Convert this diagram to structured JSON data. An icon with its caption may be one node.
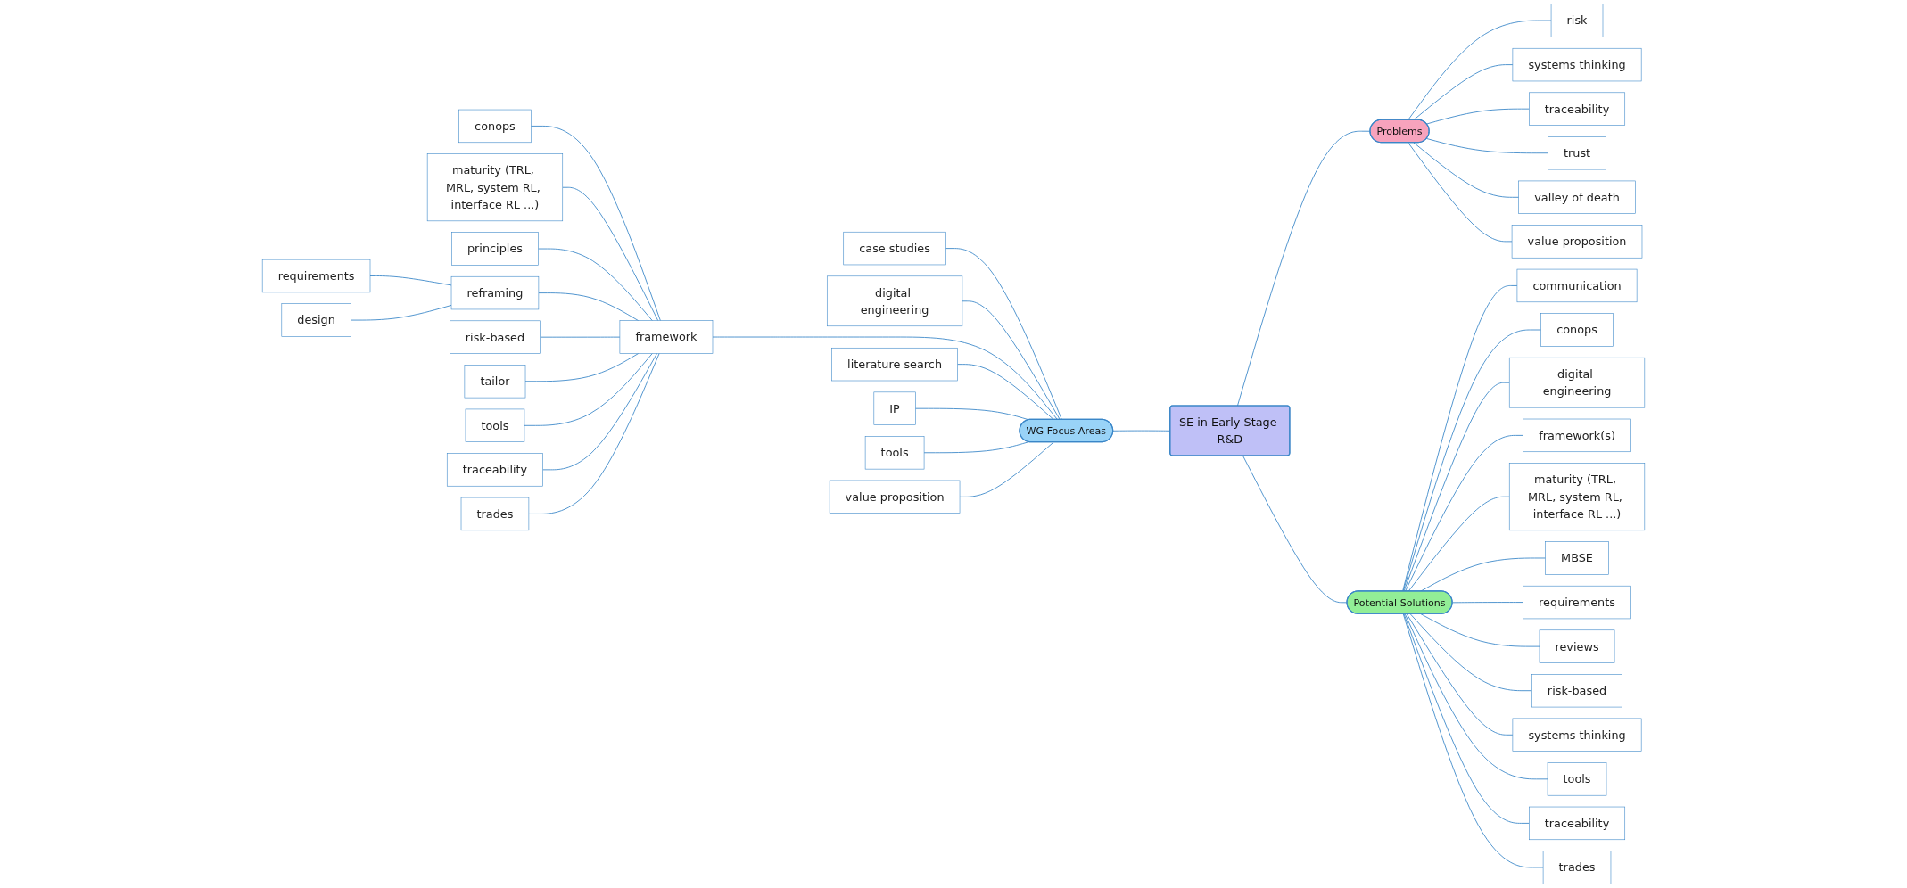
{
  "diagram": {
    "nodes": [
      {
        "text": [
          "SE in Early Stage R&D"
        ]
      },
      {
        "text": [
          "WG Focus Areas"
        ]
      },
      {
        "text": [
          "case studies"
        ]
      },
      {
        "text": [
          "digital engineering"
        ]
      },
      {
        "text": [
          "framework"
        ]
      },
      {
        "text": [
          "conops"
        ]
      },
      {
        "text": [
          "maturity (TRL, MRL, system RL, interface RL ...)"
        ]
      },
      {
        "text": [
          "principles"
        ]
      },
      {
        "text": [
          "reframing"
        ]
      },
      {
        "text": [
          "requirements"
        ]
      },
      {
        "text": [
          "design"
        ]
      },
      {
        "text": [
          "risk-based"
        ]
      },
      {
        "text": [
          "tailor"
        ]
      },
      {
        "text": [
          "tools"
        ]
      },
      {
        "text": [
          "traceability"
        ]
      },
      {
        "text": [
          "trades"
        ]
      },
      {
        "text": [
          "literature search"
        ]
      },
      {
        "text": [
          "IP"
        ]
      },
      {
        "text": [
          "tools"
        ]
      },
      {
        "text": [
          "value proposition"
        ]
      },
      {
        "text": [
          "Problems"
        ]
      },
      {
        "text": [
          "risk"
        ]
      },
      {
        "text": [
          "systems thinking"
        ]
      },
      {
        "text": [
          "traceability"
        ]
      },
      {
        "text": [
          "trust"
        ]
      },
      {
        "text": [
          "valley of death"
        ]
      },
      {
        "text": [
          "value proposition"
        ]
      },
      {
        "text": [
          "Potential Solutions"
        ]
      },
      {
        "text": [
          "communication"
        ]
      },
      {
        "text": [
          "conops"
        ]
      },
      {
        "text": [
          "digital engineering"
        ]
      },
      {
        "text": [
          "framework(s)"
        ]
      },
      {
        "text": [
          "maturity (TRL, MRL, system RL, interface RL ...)"
        ]
      },
      {
        "text": [
          "MBSE"
        ]
      },
      {
        "text": [
          "requirements"
        ]
      },
      {
        "text": [
          "reviews"
        ]
      },
      {
        "text": [
          "risk-based"
        ]
      },
      {
        "text": [
          "systems thinking"
        ]
      },
      {
        "text": [
          "tools"
        ]
      },
      {
        "text": [
          "traceability"
        ]
      },
      {
        "text": [
          "trades"
        ]
      }
    ],
    "edges": [
      {
        "from": 1,
        "to": 0,
        "arrow": "none"
      },
      {
        "from": 2,
        "to": 1,
        "arrow": "none"
      },
      {
        "from": 3,
        "to": 1,
        "arrow": "none"
      },
      {
        "from": 4,
        "to": 1,
        "arrow": "none"
      },
      {
        "from": 5,
        "to": 4,
        "arrow": "none"
      },
      {
        "from": 6,
        "to": 4,
        "arrow": "none"
      },
      {
        "from": 7,
        "to": 4,
        "arrow": "none"
      },
      {
        "from": 8,
        "to": 4,
        "arrow": "none"
      },
      {
        "from": 9,
        "to": 8,
        "arrow": "none"
      },
      {
        "from": 10,
        "to": 8,
        "arrow": "none"
      },
      {
        "from": 11,
        "to": 4,
        "arrow": "none"
      },
      {
        "from": 12,
        "to": 4,
        "arrow": "none"
      },
      {
        "from": 13,
        "to": 4,
        "arrow": "none"
      },
      {
        "from": 14,
        "to": 4,
        "arrow": "none"
      },
      {
        "from": 15,
        "to": 4,
        "arrow": "none"
      },
      {
        "from": 16,
        "to": 1,
        "arrow": "none"
      },
      {
        "from": 17,
        "to": 1,
        "arrow": "none"
      },
      {
        "from": 18,
        "to": 1,
        "arrow": "none"
      },
      {
        "from": 19,
        "to": 1,
        "arrow": "none"
      },
      {
        "from": 0,
        "to": 20,
        "arrow": "none"
      },
      {
        "from": 20,
        "to": 21,
        "arrow": "none"
      },
      {
        "from": 20,
        "to": 22,
        "arrow": "none"
      },
      {
        "from": 20,
        "to": 23,
        "arrow": "none"
      },
      {
        "from": 20,
        "to": 24,
        "arrow": "none"
      },
      {
        "from": 20,
        "to": 25,
        "arrow": "none"
      },
      {
        "from": 20,
        "to": 26,
        "arrow": "none"
      },
      {
        "from": 0,
        "to": 27,
        "arrow": "none"
      },
      {
        "from": 27,
        "to": 28,
        "arrow": "none"
      },
      {
        "from": 27,
        "to": 29,
        "arrow": "none"
      },
      {
        "from": 27,
        "to": 30,
        "arrow": "none"
      },
      {
        "from": 27,
        "to": 31,
        "arrow": "none"
      },
      {
        "from": 27,
        "to": 32,
        "arrow": "none"
      },
      {
        "from": 27,
        "to": 33,
        "arrow": "none"
      },
      {
        "from": 27,
        "to": 34,
        "arrow": "none"
      },
      {
        "from": 27,
        "to": 35,
        "arrow": "none"
      },
      {
        "from": 27,
        "to": 36,
        "arrow": "none"
      },
      {
        "from": 27,
        "to": 37,
        "arrow": "none"
      },
      {
        "from": 27,
        "to": 38,
        "arrow": "none"
      },
      {
        "from": 27,
        "to": 39,
        "arrow": "none"
      },
      {
        "from": 27,
        "to": 40,
        "arrow": "none"
      }
    ]
  }
}
